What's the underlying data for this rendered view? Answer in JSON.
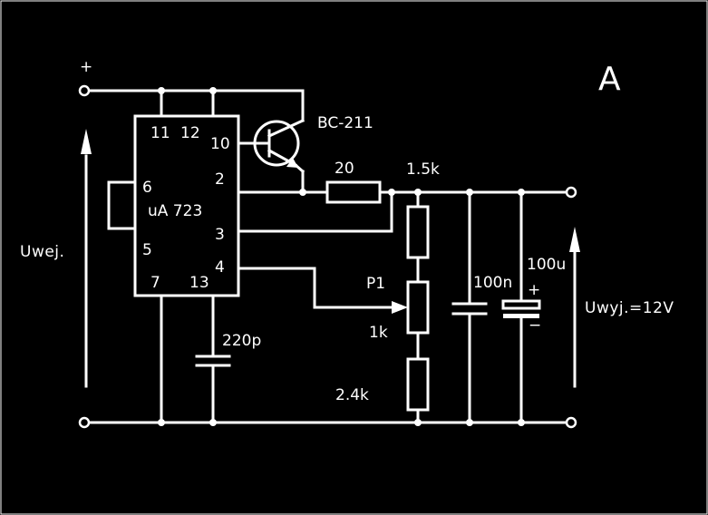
{
  "corner_label": "A",
  "plus_label": "+",
  "input_voltage_label": "Uwej.",
  "output_voltage_label": "Uwyj.=12V",
  "ic": {
    "name": "uA 723",
    "pins": {
      "p11": "11",
      "p12": "12",
      "p10": "10",
      "p2": "2",
      "p6": "6",
      "p3": "3",
      "p5": "5",
      "p4": "4",
      "p7": "7",
      "p13": "13"
    }
  },
  "transistor": {
    "label": "BC-211"
  },
  "resistors": {
    "r_series": "20",
    "r_top": "1.5k",
    "r_pot": "P1",
    "r_pot_value": "1k",
    "r_bottom": "2.4k"
  },
  "capacitors": {
    "c_comp": "220p",
    "c_out": "100n",
    "c_elec": "100u"
  },
  "polarity": {
    "plus": "+",
    "minus": "−"
  },
  "colors": {
    "background": "#000000",
    "foreground": "#ffffff"
  }
}
